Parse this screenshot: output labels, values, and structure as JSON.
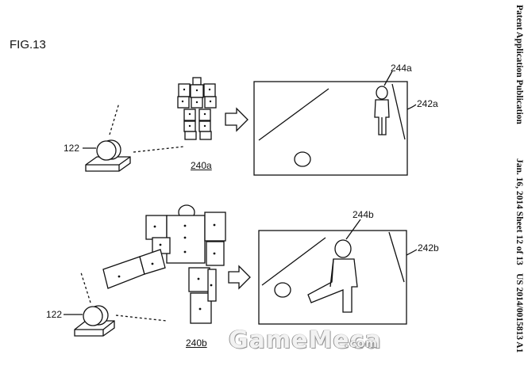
{
  "figure": {
    "title": "FIG.13"
  },
  "header": {
    "left": "Patent Application Publication",
    "middle": "Jan. 16, 2014  Sheet 12 of 13",
    "right": "US 2014/0015813 A1"
  },
  "top_scene": {
    "camera_label": "122",
    "robot_label": "240a",
    "screen_label": "242a",
    "character_label": "244a"
  },
  "bottom_scene": {
    "camera_label": "122",
    "robot_label": "240b",
    "screen_label": "242b",
    "character_label": "244b"
  },
  "watermark": {
    "main": "GameMeca",
    "suffix": ".com"
  }
}
